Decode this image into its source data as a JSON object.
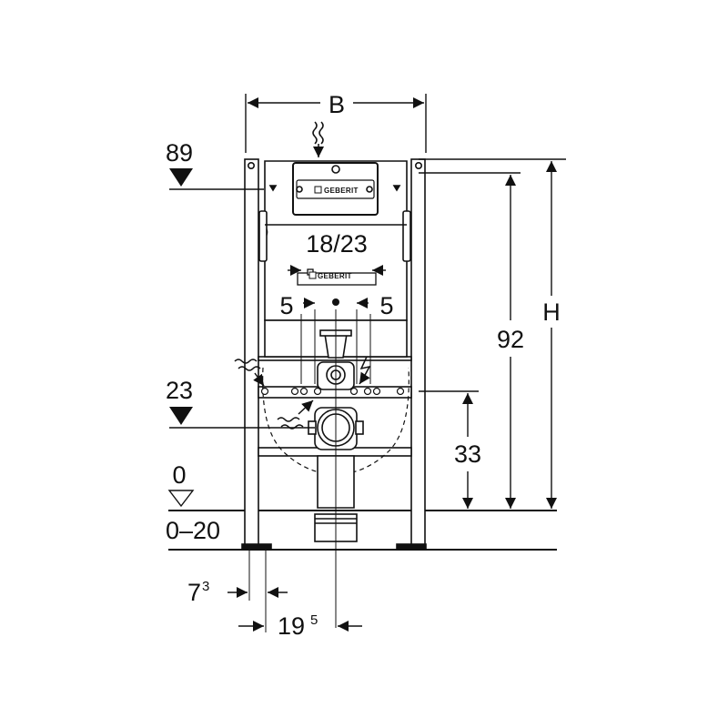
{
  "labels": {
    "width": "B",
    "height": "H",
    "height_total": "92",
    "flush_plate_level": "89",
    "inlet_level": "23",
    "outlet_center": "33",
    "floor_level": "0",
    "floor_range": "0–20",
    "pan_connector_spacing": "18/23",
    "bolt_offset_left": "5",
    "bolt_offset_right": "5",
    "foot_offset_main": "7",
    "foot_offset_sup": "3",
    "depth_main": "19",
    "depth_sup": "5"
  },
  "brand": {
    "flush_plate_logo": "GEBERIT",
    "frame_plate_logo": "GEBERIT"
  },
  "icons": [
    "water-supply-icon",
    "drain-water-icon",
    "electrical-icon",
    "wave-icon"
  ]
}
